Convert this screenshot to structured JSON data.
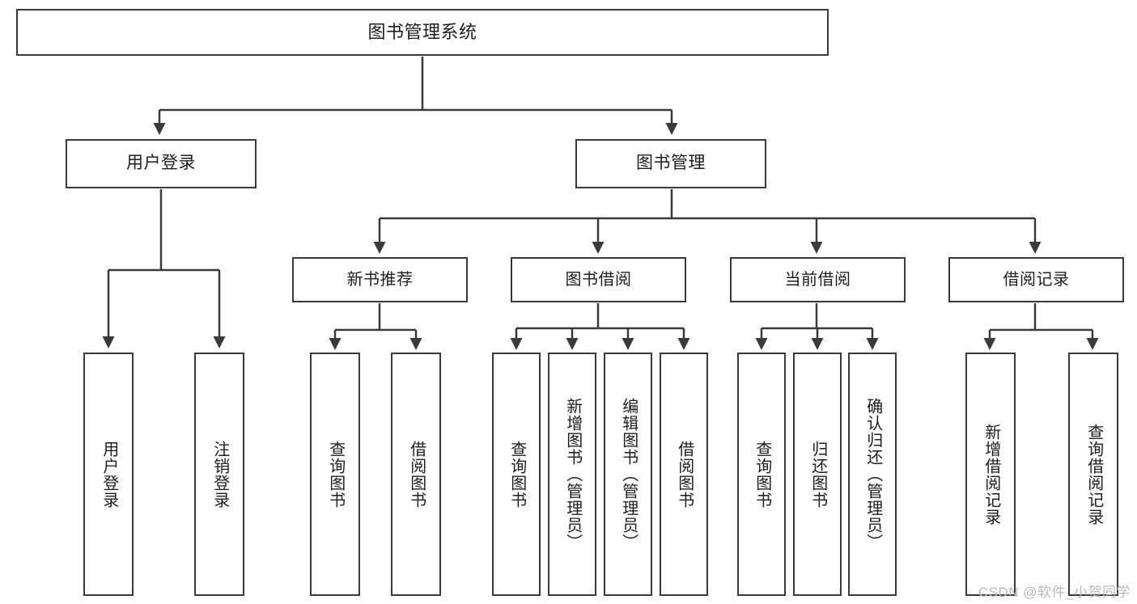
{
  "diagram": {
    "title": "图书管理系统",
    "watermark": "CSDN @软件_小贺同学",
    "line_color": "#3a3a3a",
    "box_fill": "#ffffff",
    "text_color": "#1d1d1d",
    "watermark_color": "#b9b9b9",
    "levels": {
      "root": {
        "label": "图书管理系统"
      },
      "level2": [
        {
          "label": "用户登录"
        },
        {
          "label": "图书管理"
        }
      ],
      "level3": [
        {
          "label": "新书推荐"
        },
        {
          "label": "图书借阅"
        },
        {
          "label": "当前借阅"
        },
        {
          "label": "借阅记录"
        }
      ],
      "leaves": [
        {
          "label": "用户登录"
        },
        {
          "label": "注销登录"
        },
        {
          "label": "查询图书"
        },
        {
          "label": "借阅图书"
        },
        {
          "label": "查询图书"
        },
        {
          "label": "新增图书（管理员）"
        },
        {
          "label": "编辑图书（管理员）"
        },
        {
          "label": "借阅图书"
        },
        {
          "label": "查询图书"
        },
        {
          "label": "归还图书"
        },
        {
          "label": "确认归还（管理员）"
        },
        {
          "label": "新增借阅记录"
        },
        {
          "label": "查询借阅记录"
        }
      ]
    }
  }
}
